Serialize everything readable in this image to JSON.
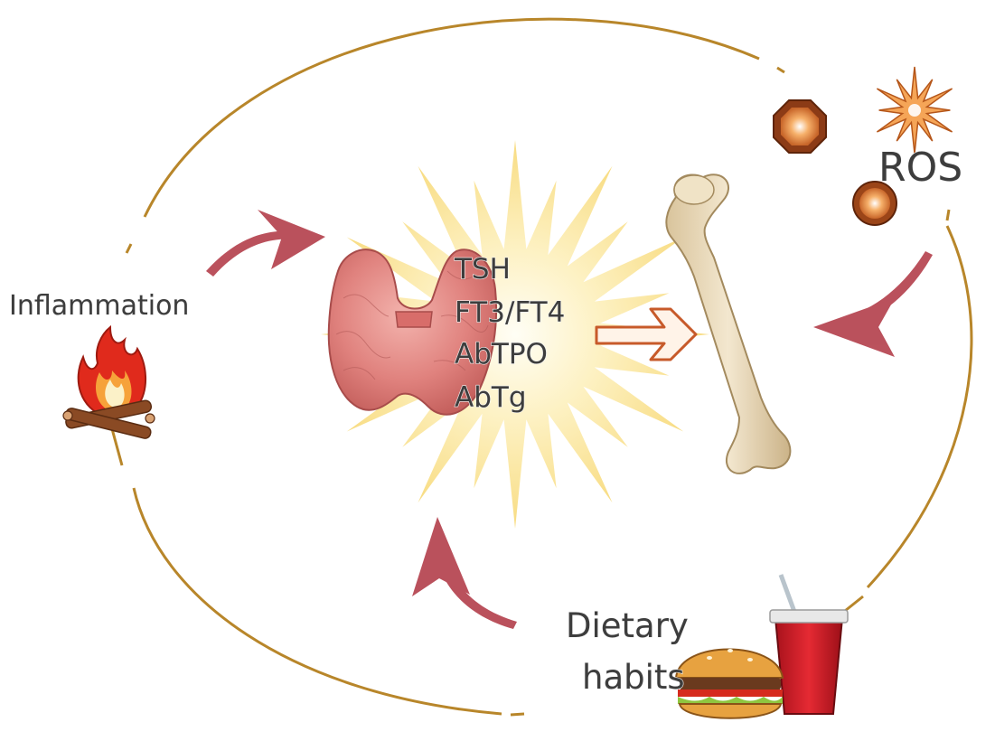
{
  "markers": [
    "TSH",
    "FT3/FT4",
    "AbTPO",
    "AbTg"
  ],
  "factors": {
    "inflammation": "Inflammation",
    "ros": "ROS",
    "diet_line1": "Dietary",
    "diet_line2": "habits"
  },
  "colors": {
    "cycle": "#b8862a",
    "arrow": "#b5434f",
    "burst": "#fbe9a6",
    "thyroid": "#e48a86",
    "bone": "#ead9b8",
    "text": "#3d3d3d"
  },
  "icons": [
    "campfire-icon",
    "thyroid-icon",
    "femur-icon",
    "ros-star-icon",
    "ros-octagon-icon",
    "ros-circle-icon",
    "burger-icon",
    "soda-cup-icon",
    "outline-arrow-icon"
  ]
}
